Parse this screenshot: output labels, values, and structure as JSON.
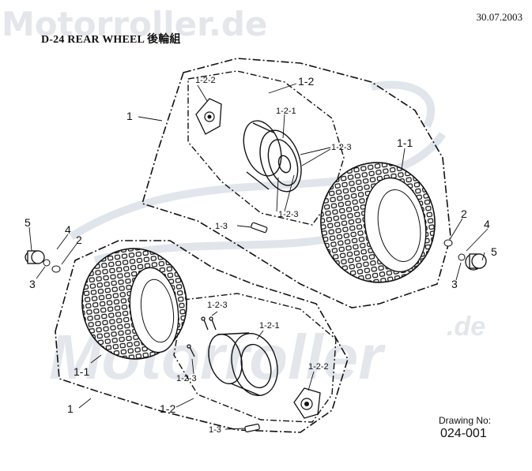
{
  "watermark": {
    "brand": "Motorroller.de",
    "bottom_brand": "Motorroller",
    "bottom_suffix": ".de"
  },
  "date": "30.07.2003",
  "title": "D-24 REAR WHEEL 後輪組",
  "drawing": {
    "label": "Drawing No:",
    "number": "024-001"
  },
  "callouts": {
    "p1": "1",
    "p1_2": "1-2",
    "p1_2_1": "1-2-1",
    "p1_2_2": "1-2-2",
    "p1_2_3": "1-2-3",
    "p1_1": "1-1",
    "p1_3": "1-3",
    "p2": "2",
    "p3": "3",
    "p4": "4",
    "p5": "5"
  }
}
